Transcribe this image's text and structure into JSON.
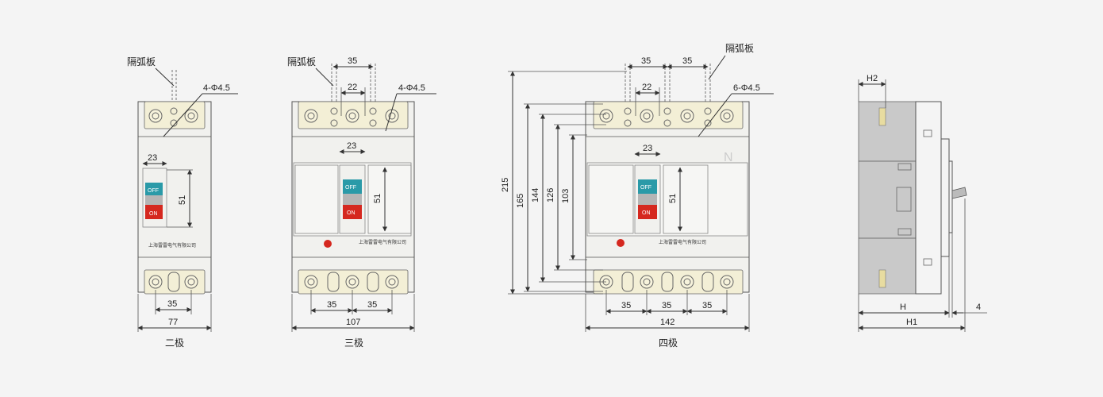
{
  "diagrams": {
    "two_pole": {
      "caption": "二极",
      "arc_plate_label": "隔弧板",
      "hole_label": "4-Φ4.5",
      "dim_handle_width": "23",
      "dim_handle_height": "51",
      "dim_pitch": "35",
      "dim_width": "77",
      "switch_off": "OFF",
      "switch_on": "ON",
      "brand": "上海雷雷电气有限公司"
    },
    "three_pole": {
      "caption": "三极",
      "arc_plate_label": "隔弧板",
      "hole_label": "4-Φ4.5",
      "dim_top_pitch": "35",
      "dim_mount": "22",
      "dim_handle_width": "23",
      "dim_handle_height": "51",
      "dim_pitch_left": "35",
      "dim_pitch_right": "35",
      "dim_width": "107",
      "switch_off": "OFF",
      "switch_on": "ON",
      "brand": "上海雷雷电气有限公司"
    },
    "four_pole": {
      "caption": "四极",
      "arc_plate_label": "隔弧板",
      "hole_label": "6-Φ4.5",
      "neutral_mark": "N",
      "dim_top_pitch_left": "35",
      "dim_top_pitch_right": "35",
      "dim_mount": "22",
      "dim_handle_width": "23",
      "dim_handle_height": "51",
      "dim_h215": "215",
      "dim_h165": "165",
      "dim_h144": "144",
      "dim_h126": "126",
      "dim_h103": "103",
      "dim_pitch_1": "35",
      "dim_pitch_2": "35",
      "dim_pitch_3": "35",
      "dim_width": "142",
      "switch_off": "OFF",
      "switch_on": "ON",
      "brand": "上海雷雷电气有限公司"
    },
    "side_view": {
      "dim_h2": "H2",
      "dim_h": "H",
      "dim_h1": "H1",
      "dim_4": "4"
    }
  },
  "colors": {
    "background": "#f4f4f4",
    "off_button": "#2a9aa8",
    "on_button": "#d5281f",
    "indicator": "#d5281f",
    "terminal": "#f3efd6",
    "side_gray": "#c9c9c9"
  }
}
